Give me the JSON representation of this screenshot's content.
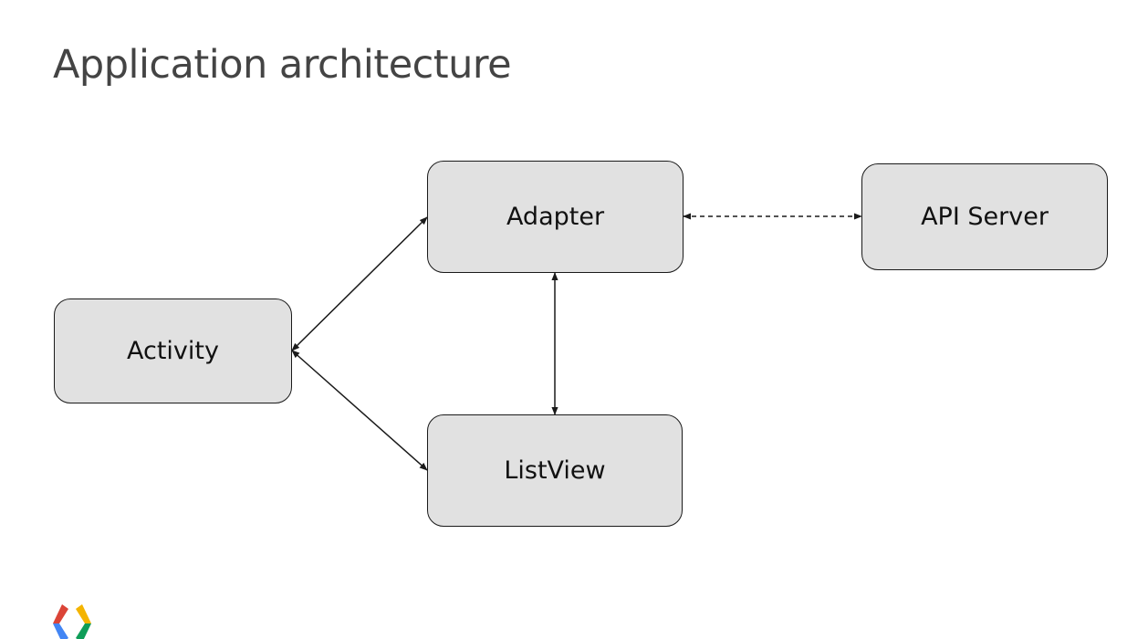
{
  "slide": {
    "title": "Application architecture"
  },
  "diagram": {
    "nodes": [
      {
        "id": "activity",
        "label": "Activity"
      },
      {
        "id": "adapter",
        "label": "Adapter"
      },
      {
        "id": "listview",
        "label": "ListView"
      },
      {
        "id": "api_server",
        "label": "API Server"
      }
    ],
    "edges": [
      {
        "from": "activity",
        "to": "adapter",
        "style": "solid",
        "direction": "both"
      },
      {
        "from": "activity",
        "to": "listview",
        "style": "solid",
        "direction": "both"
      },
      {
        "from": "adapter",
        "to": "listview",
        "style": "solid",
        "direction": "both"
      },
      {
        "from": "adapter",
        "to": "api_server",
        "style": "dashed",
        "direction": "both"
      }
    ]
  },
  "colors": {
    "node_fill": "#e1e1e1",
    "node_border": "#1a1a1a",
    "title_text": "#444444",
    "edge": "#1a1a1a",
    "logo_red": "#db4437",
    "logo_blue": "#4285f4",
    "logo_yellow": "#f4b400",
    "logo_green": "#0f9d58"
  },
  "logo": {
    "icon": "google-developers-logo-icon"
  }
}
